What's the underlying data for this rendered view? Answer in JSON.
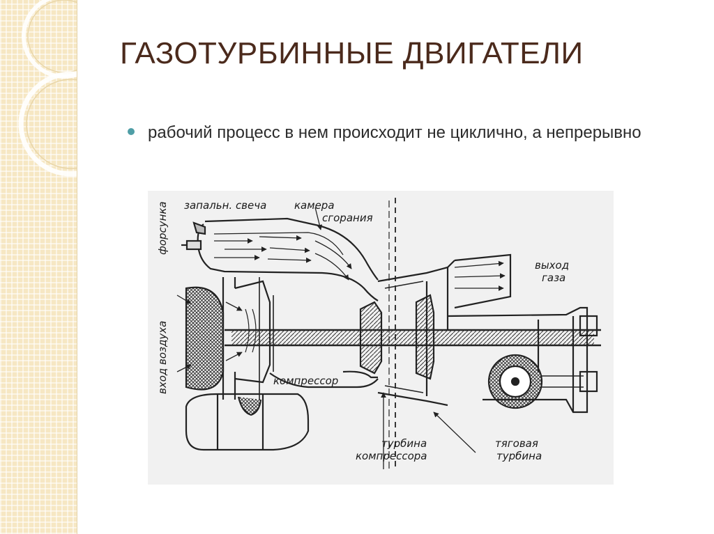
{
  "slide": {
    "title": "ГАЗОТУРБИННЫЕ ДВИГАТЕЛИ",
    "bullets": [
      "рабочий процесс в нем происходит не циклично, а непрерывно"
    ]
  },
  "colors": {
    "title": "#4b2a1c",
    "bullet": "#4f9ea6",
    "side_panel": "#f6e7c3"
  },
  "diagram": {
    "labels": {
      "spark_plug": "запальн. свеча",
      "chamber_1": "камера",
      "chamber_2": "сгорания",
      "injector": "форсунка",
      "air_inlet": "вход воздуха",
      "gas_out_1": "выход",
      "gas_out_2": "газа",
      "compressor": "компрессор",
      "comp_turbine_1": "турбина",
      "comp_turbine_2": "компрессора",
      "traction_turbine_1": "тяговая",
      "traction_turbine_2": "турбина"
    }
  }
}
